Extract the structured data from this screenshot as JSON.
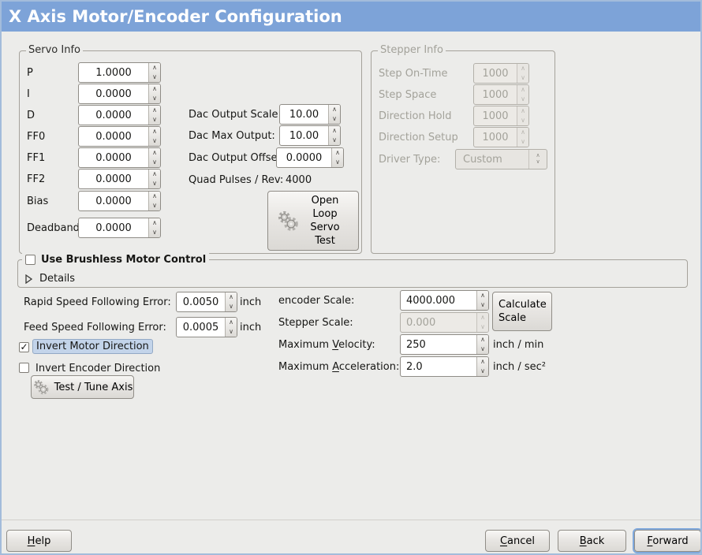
{
  "window": {
    "title": "X Axis Motor/Encoder Configuration"
  },
  "colors": {
    "titlebar_bg": "#7da3d8",
    "window_border": "#a3bcdb",
    "selection_highlight": "#c3d4ea"
  },
  "servo_info": {
    "legend": "Servo Info",
    "fields": [
      {
        "label": "P",
        "value": "1.0000"
      },
      {
        "label": "I",
        "value": "0.0000"
      },
      {
        "label": "D",
        "value": "0.0000"
      },
      {
        "label": "FF0",
        "value": "0.0000"
      },
      {
        "label": "FF1",
        "value": "0.0000"
      },
      {
        "label": "FF2",
        "value": "0.0000"
      },
      {
        "label": "Bias",
        "value": "0.0000"
      },
      {
        "label": "Deadband",
        "value": "0.0000"
      }
    ]
  },
  "dac": {
    "output_scale_label": "Dac Output Scale:",
    "output_scale": "10.00",
    "max_output_label": "Dac Max Output:",
    "max_output": "10.00",
    "output_offset_label": "Dac Output Offset:",
    "output_offset": "0.0000",
    "quad_pulses_label": "Quad Pulses / Rev:",
    "quad_pulses": "4000",
    "open_loop_button": "Open Loop Servo Test"
  },
  "stepper_info": {
    "legend": "Stepper Info",
    "fields": [
      {
        "label": "Step On-Time",
        "value": "1000"
      },
      {
        "label": "Step Space",
        "value": "1000"
      },
      {
        "label": "Direction Hold",
        "value": "1000"
      },
      {
        "label": "Direction Setup",
        "value": "1000"
      }
    ],
    "driver_type_label": "Driver Type:",
    "driver_type_value": "Custom"
  },
  "brushless": {
    "checkbox_label": "Use Brushless Motor Control",
    "details_label": "Details"
  },
  "following_error": {
    "rapid_label": "Rapid Speed Following Error:",
    "rapid_value": "0.0050",
    "feed_label": "Feed Speed Following Error:",
    "feed_value": "0.0005",
    "unit": "inch"
  },
  "scales": {
    "encoder_label": "encoder Scale:",
    "encoder_value": "4000.000",
    "stepper_label": "Stepper Scale:",
    "stepper_value": "0.000",
    "calculate_button": "Calculate Scale",
    "max_velocity_label": "Maximum Velocity:",
    "max_velocity_value": "250",
    "velocity_unit": "inch / min",
    "max_accel_label": "Maximum Acceleration:",
    "max_accel_value": "2.0",
    "accel_unit": "inch / sec²"
  },
  "options": {
    "invert_motor": "Invert Motor Direction",
    "invert_encoder": "Invert Encoder Direction",
    "test_tune_button": "Test / Tune Axis"
  },
  "footer": {
    "help": "Help",
    "cancel": "Cancel",
    "back": "Back",
    "forward": "Forward"
  }
}
